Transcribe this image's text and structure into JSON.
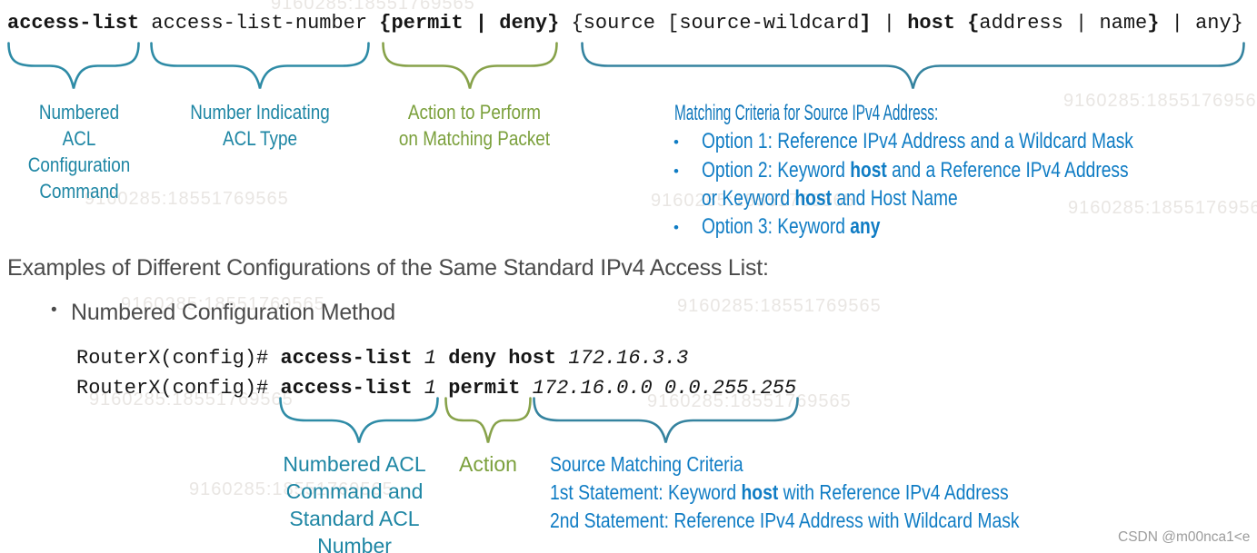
{
  "colors": {
    "teal_brace": "#2e8ba6",
    "teal2_brace": "#35839f",
    "green_brace": "#87a24a",
    "teal_text": "#1e86a4",
    "green_text": "#7ba03c",
    "blue": "#0f7cc4",
    "blue_dark": "#0e76bb",
    "gray_heading": "#4b4b4b",
    "code": "#161616",
    "watermark_gray": "#9c9c9c",
    "watermark_faint": "#e9e6e3"
  },
  "syntax": {
    "tokens": [
      {
        "t": "access-list",
        "b": 1
      },
      {
        "t": " access-list-number "
      },
      {
        "t": "{permit | deny}",
        "b": 1
      },
      {
        "t": " {source [source-wildcard"
      },
      {
        "t": "]",
        "b": 1
      },
      {
        "t": " | "
      },
      {
        "t": "host {",
        "b": 1
      },
      {
        "t": "address | name"
      },
      {
        "t": "}",
        "b": 1
      },
      {
        "t": " | any}"
      }
    ]
  },
  "labels_top": {
    "numbered_acl": [
      "Numbered",
      "ACL",
      "Configuration",
      "Command"
    ],
    "acl_type": [
      "Number Indicating",
      "ACL Type"
    ],
    "action": [
      "Action to Perform",
      "on Matching Packet"
    ]
  },
  "criteria": {
    "heading": "Matching Criteria for Source IPv4 Address:",
    "bullet": "•",
    "opt1": [
      {
        "t": "Option 1: Reference IPv4 Address and a Wildcard Mask"
      }
    ],
    "opt2a": [
      {
        "t": "Option 2: Keyword "
      },
      {
        "t": "host",
        "b": 1
      },
      {
        "t": " and a Reference IPv4 Address"
      }
    ],
    "opt2b": [
      {
        "t": "or Keyword "
      },
      {
        "t": "host",
        "b": 1
      },
      {
        "t": " and Host Name"
      }
    ],
    "opt3": [
      {
        "t": "Option 3: Keyword "
      },
      {
        "t": "any",
        "b": 1
      }
    ]
  },
  "examples": {
    "heading": "Examples of Different Configurations of the Same Standard IPv4 Access List:",
    "bullet": "•",
    "method": "Numbered Configuration Method"
  },
  "code": {
    "line1": [
      {
        "t": "RouterX(config)# "
      },
      {
        "t": "access-list ",
        "b": 1
      },
      {
        "t": "1 ",
        "i": 1
      },
      {
        "t": "deny host ",
        "b": 1
      },
      {
        "t": "172.16.3.3",
        "i": 1
      }
    ],
    "line2": [
      {
        "t": "RouterX(config)# "
      },
      {
        "t": "access-list ",
        "b": 1
      },
      {
        "t": "1 ",
        "i": 1
      },
      {
        "t": "permit ",
        "b": 1
      },
      {
        "t": "172.16.0.0 0.0.255.255",
        "i": 1
      }
    ]
  },
  "labels_bottom": {
    "numbered": [
      "Numbered ACL",
      "Command and",
      "Standard ACL",
      "Number"
    ],
    "action": "Action",
    "source_l1": [
      {
        "t": "Source Matching Criteria"
      }
    ],
    "source_l2": [
      {
        "t": "1st Statement: Keyword "
      },
      {
        "t": "host",
        "b": 1
      },
      {
        "t": " with Reference IPv4 Address"
      }
    ],
    "source_l3": [
      {
        "t": "2nd Statement: Reference IPv4 Address with Wildcard Mask"
      }
    ]
  },
  "watermarks": {
    "faint_text": "9160285:18551769565",
    "csdn_text": "CSDN @m00nca1<e"
  }
}
